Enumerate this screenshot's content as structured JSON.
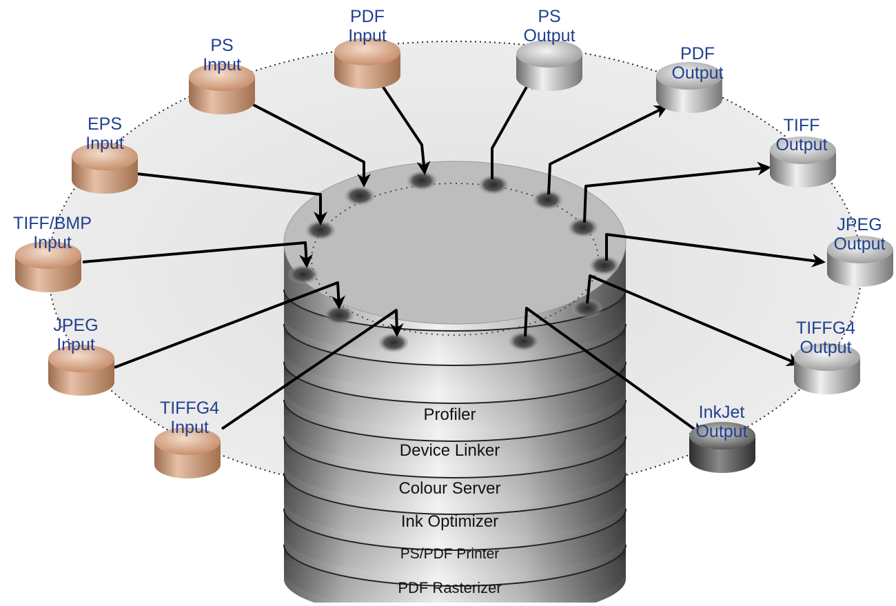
{
  "colors": {
    "input_fill": "#c8906e",
    "output_fill": "#a8a8a8",
    "inkjet_fill": "#5a5a5a",
    "label": "#1f3f8f",
    "ellipse": "#e6e6e6"
  },
  "inputs": [
    {
      "id": "ps-input",
      "name": "PS",
      "sub": "Input"
    },
    {
      "id": "pdf-input",
      "name": "PDF",
      "sub": "Input"
    },
    {
      "id": "eps-input",
      "name": "EPS",
      "sub": "Input"
    },
    {
      "id": "tiffbmp-input",
      "name": "TIFF/BMP",
      "sub": "Input"
    },
    {
      "id": "jpeg-input",
      "name": "JPEG",
      "sub": "Input"
    },
    {
      "id": "tiffg4-input",
      "name": "TIFFG4",
      "sub": "Input"
    }
  ],
  "outputs": [
    {
      "id": "ps-output",
      "name": "PS",
      "sub": "Output"
    },
    {
      "id": "pdf-output",
      "name": "PDF",
      "sub": "Output"
    },
    {
      "id": "tiff-output",
      "name": "TIFF",
      "sub": "Output"
    },
    {
      "id": "jpeg-output",
      "name": "JPEG",
      "sub": "Output"
    },
    {
      "id": "tiffg4-output",
      "name": "TIFFG4",
      "sub": "Output"
    },
    {
      "id": "inkjet-output",
      "name": "InkJet",
      "sub": "Output"
    }
  ],
  "layers": [
    "Profiler",
    "Device Linker",
    "Colour Server",
    "Ink Optimizer",
    "PS/PDF Printer",
    "PDF Rasterizer"
  ]
}
